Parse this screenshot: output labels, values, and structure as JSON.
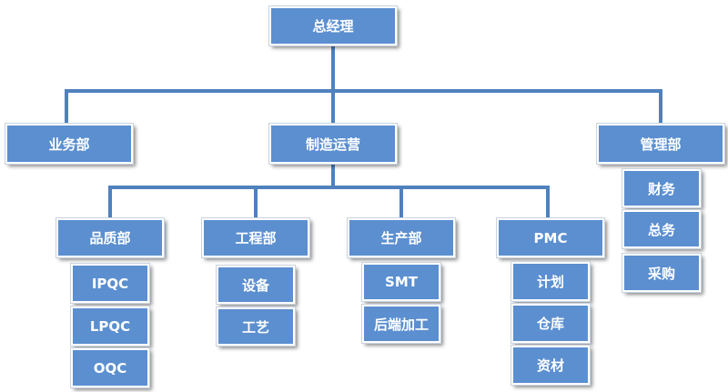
{
  "colors": {
    "box_fill": "#5b8fd0",
    "connector": "#4f81bd",
    "text": "#ffffff"
  },
  "org": {
    "root": "总经理",
    "level1": {
      "sales": "业务部",
      "operations": "制造运营",
      "admin": "管理部"
    },
    "operations_depts": {
      "quality": "品质部",
      "engineering": "工程部",
      "production": "生产部",
      "pmc": "PMC"
    },
    "quality_units": [
      "IPQC",
      "LPQC",
      "OQC"
    ],
    "engineering_units": [
      "设备",
      "工艺"
    ],
    "production_units": [
      "SMT",
      "后端加工"
    ],
    "pmc_units": [
      "计划",
      "仓库",
      "资材"
    ],
    "admin_units": [
      "财务",
      "总务",
      "采购"
    ]
  }
}
